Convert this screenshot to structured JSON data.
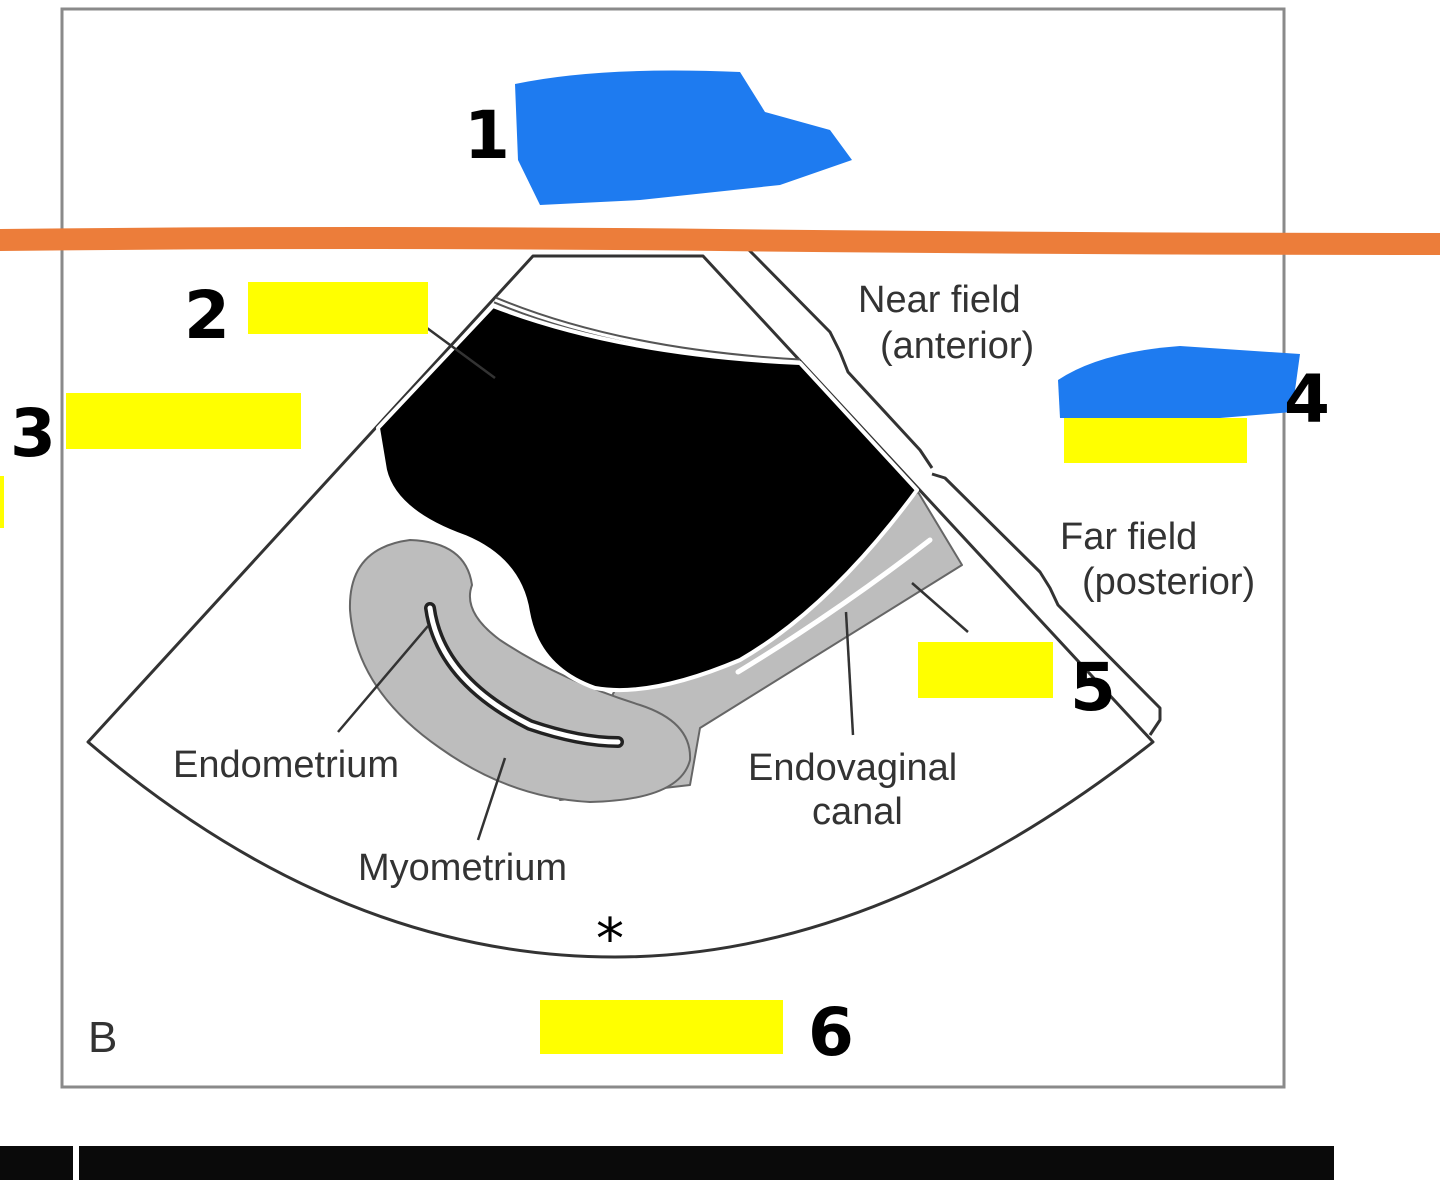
{
  "labels": {
    "near_field_line1": "Near field",
    "near_field_line2": "(anterior)",
    "far_field_line1": "Far field",
    "far_field_line2": "(posterior)",
    "endometrium": "Endometrium",
    "myometrium": "Myometrium",
    "endovaginal_line1": "Endovaginal",
    "endovaginal_line2": "canal",
    "panel_letter": "B",
    "focal_marker": "*"
  },
  "markers": {
    "m1": "1",
    "m2": "2",
    "m3": "3",
    "m4": "4",
    "m5": "5",
    "m6": "6"
  },
  "colors": {
    "highlight_yellow": "#ffff00",
    "scribble_blue": "#1e7bf0",
    "line_orange": "#ec7d3a",
    "bladder_black": "#000000",
    "tissue_gray": "#bdbdbd",
    "frame_gray": "#8a8a8a"
  }
}
